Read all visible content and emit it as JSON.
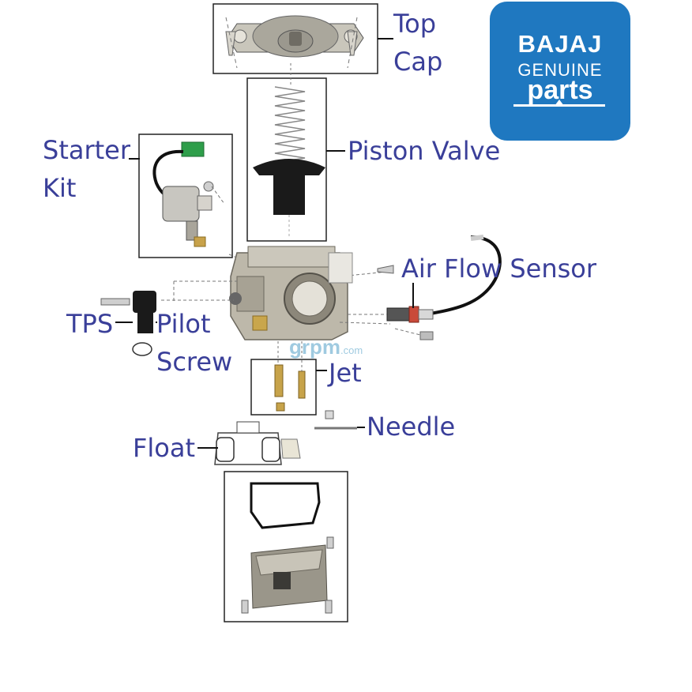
{
  "labels": {
    "top_cap": [
      "Top",
      "Cap"
    ],
    "piston_valve": "Piston Valve",
    "starter_kit": [
      "Starter",
      "Kit"
    ],
    "air_flow_sensor": "Air Flow Sensor",
    "tps": "TPS",
    "pilot_screw": [
      "Pilot",
      "Screw"
    ],
    "jet": "Jet",
    "needle": "Needle",
    "float": "Float"
  },
  "logo": {
    "brand": "BAJAJ",
    "line1": "GENUINE",
    "line2": "parts"
  },
  "watermark": {
    "main": "grpm",
    "suffix": ".com"
  },
  "colors": {
    "label_text": "#3a3f99",
    "logo_bg": "#1f78c0",
    "part_metal": "#b9b4a6",
    "part_dark": "#222222"
  }
}
